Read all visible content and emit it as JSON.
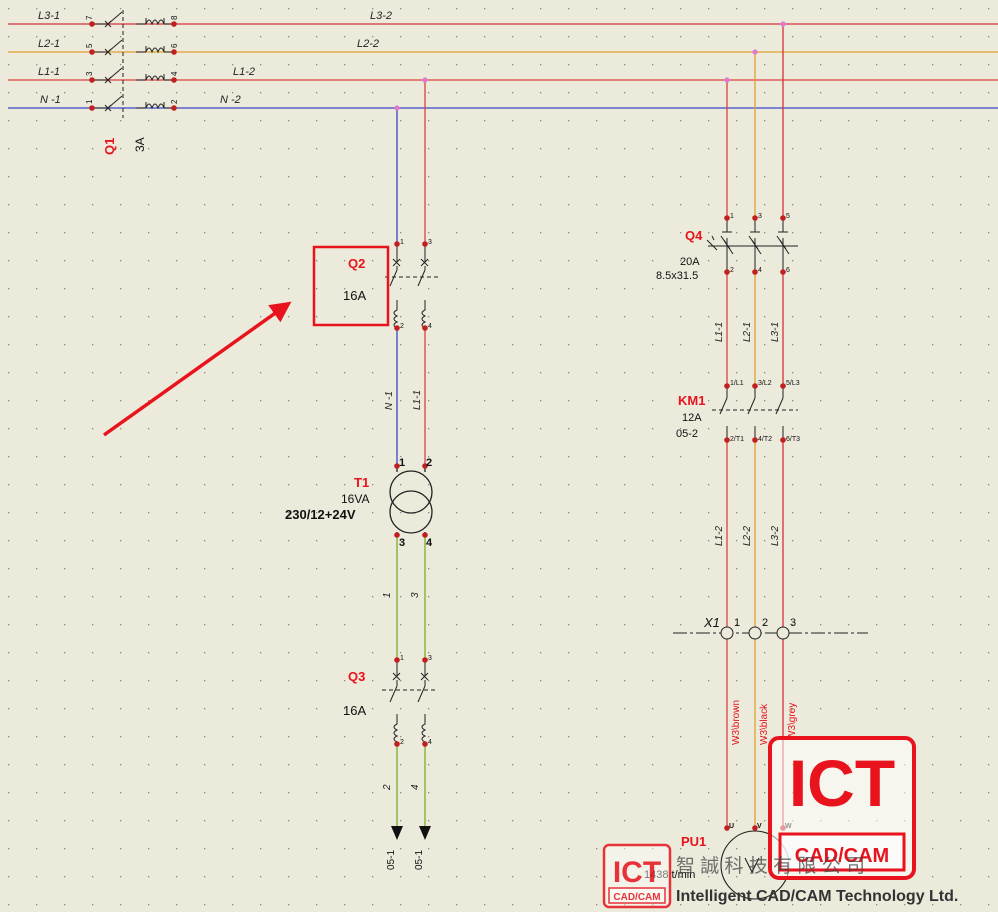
{
  "colors": {
    "background": "#eceadb",
    "phase_L3": "#d6303a",
    "phase_L2": "#e0a030",
    "phase_L1": "#e04040",
    "neutral": "#3a47c8",
    "secondary": "#7ab02a",
    "component_label": "#e8131d",
    "highlight_box": "#e8131d",
    "junction": "#e07ad0",
    "terminal": "#c02020"
  },
  "buses": {
    "L3_in": "L3-1",
    "L2_in": "L2-1",
    "L1_in": "L1-1",
    "N_in": "N -1",
    "L3_out": "L3-2",
    "L2_out": "L2-2",
    "L1_out": "L1-2",
    "N_out": "N -2"
  },
  "q1": {
    "tag": "Q1",
    "rating": "3A",
    "pins_in": [
      "7",
      "5",
      "3",
      "1"
    ],
    "pins_out": [
      "8",
      "6",
      "4",
      "2"
    ]
  },
  "q2": {
    "tag": "Q2",
    "rating": "16A",
    "pins_top": [
      "1",
      "3"
    ],
    "pins_bottom": [
      "2",
      "4"
    ]
  },
  "wires_left": {
    "n": "N -1",
    "l1": "L1-1",
    "sec_a": "1",
    "sec_b": "3",
    "out_a": "2",
    "out_b": "4"
  },
  "t1": {
    "tag": "T1",
    "power": "16VA",
    "voltage": "230/12+24V",
    "pins": [
      "1",
      "2",
      "3",
      "4"
    ]
  },
  "q3": {
    "tag": "Q3",
    "rating": "16A",
    "pins_top": [
      "1",
      "3"
    ],
    "pins_bottom": [
      "2",
      "4"
    ]
  },
  "outputs": {
    "a": "05-1",
    "b": "05-1"
  },
  "q4": {
    "tag": "Q4",
    "rating": "20A",
    "size": "8.5x31.5",
    "pins_top": [
      "1",
      "3",
      "5"
    ],
    "pins_bottom": [
      "2",
      "4",
      "6"
    ]
  },
  "wires_right_top": [
    "L1-1",
    "L2-1",
    "L3-1"
  ],
  "km1": {
    "tag": "KM1",
    "rating": "12A",
    "ref": "05-2",
    "pins_top": [
      "1/L1",
      "3/L2",
      "5/L3"
    ],
    "pins_bottom": [
      "2/T1",
      "4/T2",
      "6/T3"
    ]
  },
  "wires_right_mid": [
    "L1-2",
    "L2-2",
    "L3-2"
  ],
  "x1": {
    "tag": "X1",
    "terminals": [
      "1",
      "2",
      "3"
    ]
  },
  "cable": [
    "W3\\brown",
    "W3\\black",
    "W3\\grey"
  ],
  "pu1": {
    "tag": "PU1",
    "speed": "1438 t/min",
    "pins": [
      "U",
      "V",
      "W"
    ]
  },
  "watermark": {
    "big_logo": "ICT",
    "big_sub": "CAD/CAM",
    "small_logo": "ICT",
    "small_sub": "CAD/CAM",
    "chinese": "智 誠 科 技 有 限 公 司",
    "english": "Intelligent CAD/CAM Technology Ltd."
  }
}
